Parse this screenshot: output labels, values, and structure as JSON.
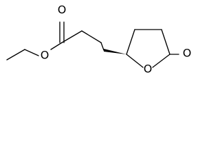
{
  "molecule": {
    "atoms": {
      "ester_carbonyl_oxygen": "O",
      "ester_oxygen": "O",
      "ring_oxygen": "O",
      "lactone_carbonyl_oxygen": "O"
    },
    "colors": {
      "bond": "#000000",
      "label": "#000000",
      "background": "#ffffff"
    }
  }
}
